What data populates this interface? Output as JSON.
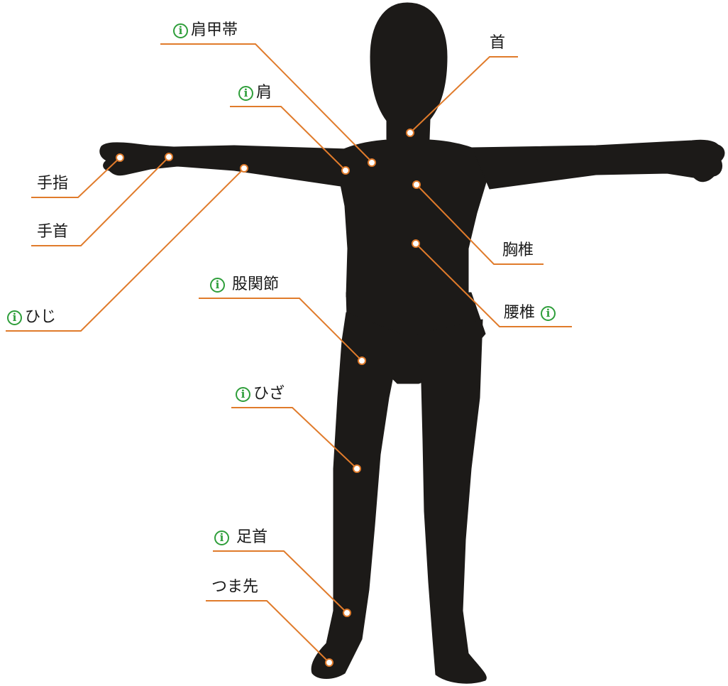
{
  "colors": {
    "leader_line": "#e07b2b",
    "info_icon": "#2e9e3a",
    "suit": "#1c1a18",
    "background": "#ffffff"
  },
  "icons": {
    "info": "info-circle-icon"
  },
  "labels": {
    "kenkoutai": "肩甲帯",
    "kubi": "首",
    "kata": "肩",
    "yubi": "手指",
    "tekubi": "手首",
    "kyotsui": "胸椎",
    "hiji": "ひじ",
    "kokansetsu": "股関節",
    "yotsui": "腰椎",
    "hiza": "ひざ",
    "ashikubi": "足首",
    "tsumasaki": "つま先"
  },
  "info_glyph": "i"
}
